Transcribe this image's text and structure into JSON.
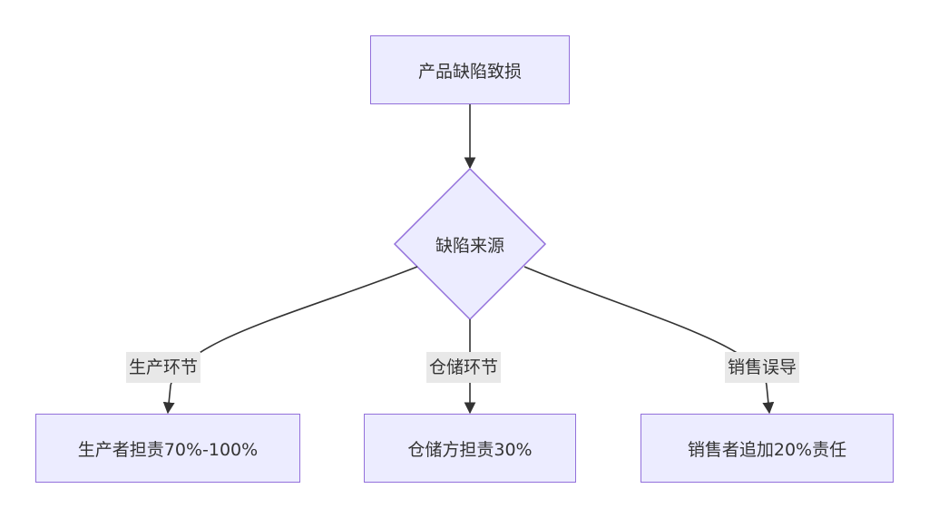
{
  "nodes": {
    "start": "产品缺陷致损",
    "decision": "缺陷来源",
    "producer": "生产者担责70%-100%",
    "storage": "仓储方担责30%",
    "seller": "销售者追加20%责任"
  },
  "edges": {
    "production": "生产环节",
    "warehousing": "仓储环节",
    "sales": "销售误导"
  },
  "colors": {
    "node_fill": "#ECECFF",
    "node_border": "#9370DB",
    "edge_line": "#333333",
    "edge_label_bg": "#e8e8e8"
  }
}
